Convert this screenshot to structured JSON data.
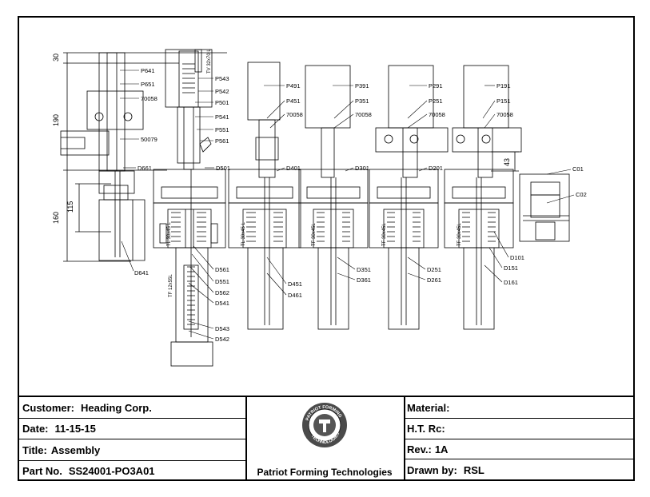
{
  "title_block": {
    "customer_label": "Customer:",
    "customer_value": "Heading Corp.",
    "date_label": "Date:",
    "date_value": "11-15-15",
    "title_label": "Title:",
    "title_value": "Assembly",
    "part_label": "Part No.",
    "part_value": "SS24001-PO3A01",
    "company": "Patriot Forming Technologies",
    "logo_text_top": "PATRIOT FORMING",
    "logo_text_bottom": "TECHNOLOGIES",
    "material_label": "Material:",
    "material_value": "",
    "ht_label": "H.T. Rc:",
    "ht_value": "",
    "rev_label": "Rev.:",
    "rev_value": "1A",
    "drawn_label": "Drawn by:",
    "drawn_value": "RSL"
  },
  "dimensions": {
    "d30": "30",
    "d190": "190",
    "d160": "160",
    "d115": "115",
    "d43": "43"
  },
  "callouts": {
    "p641": "P641",
    "p651": "P651",
    "n70058a": "70058",
    "n50079": "50079",
    "d661": "D661",
    "d641": "D641",
    "p543": "P543",
    "p542": "P542",
    "p501": "P501",
    "p541": "P541",
    "p551": "P551",
    "p561": "P561",
    "d501": "D501",
    "d561": "D561",
    "d551": "D551",
    "d562": "D562",
    "d541": "D541",
    "d543": "D543",
    "d542": "D542",
    "p491": "P491",
    "p451": "P451",
    "n70058b": "70058",
    "d401": "D401",
    "d451": "D451",
    "d461": "D461",
    "p391": "P391",
    "p351": "P351",
    "n70058c": "70058",
    "d301": "D301",
    "d351": "D351",
    "d361": "D361",
    "p291": "P291",
    "p251": "P251",
    "n70058d": "70058",
    "d201": "D201",
    "d251": "D251",
    "d261": "D261",
    "p191": "P191",
    "p151": "P151",
    "n70058e": "70058",
    "d101": "D101",
    "d151": "D151",
    "d161": "D161",
    "c01": "C01",
    "c02": "C02"
  },
  "spring_labels": {
    "s1": "TL 30x45 L",
    "s2": "TL 30x45 L",
    "s3": "TF 30x45L",
    "s4": "TF 30x45L",
    "s5": "TF 30x45L",
    "s6": "TF 12x55L",
    "s7": "TV 32x70 L"
  },
  "colors": {
    "line": "#000000",
    "background": "#ffffff"
  }
}
